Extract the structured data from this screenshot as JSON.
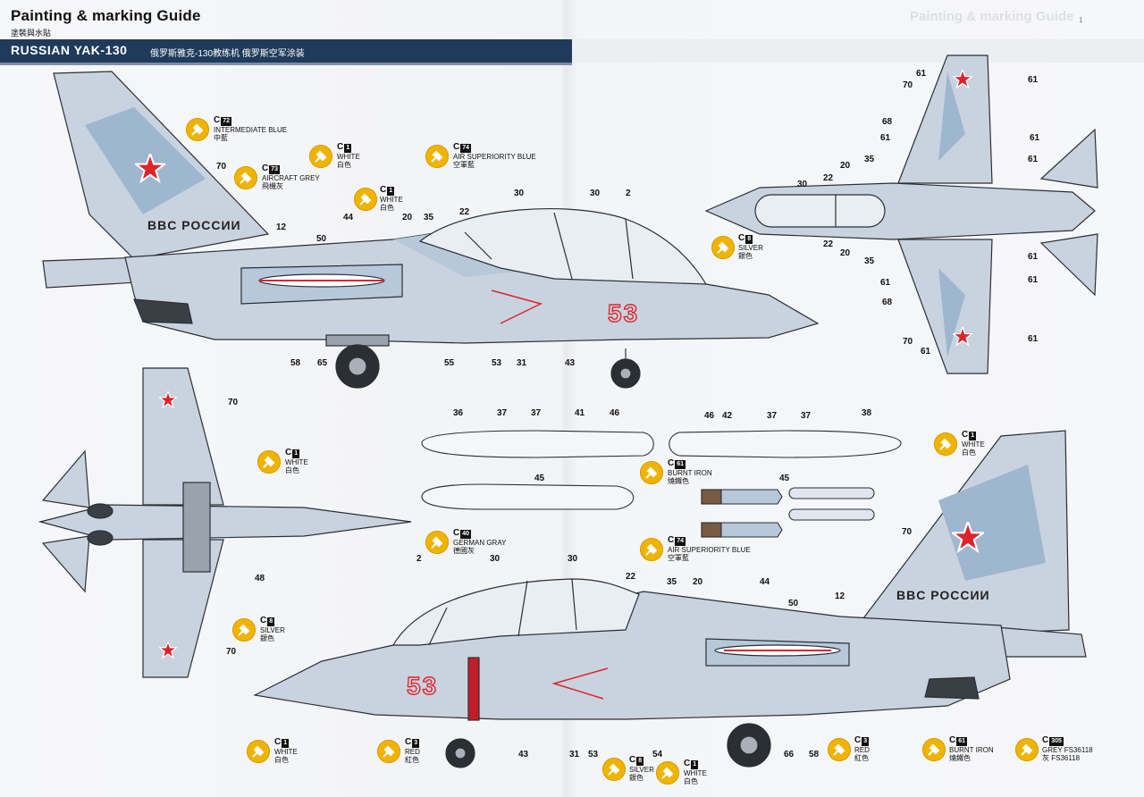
{
  "header": {
    "title": "Painting & marking Guide",
    "subtitle": "塗裝與水貼",
    "banner_name": "RUSSIAN YAK-130",
    "banner_cn": "俄罗斯雅克-130教练机  俄罗斯空军涂装",
    "ghost_title": "Painting & marking Guide",
    "page_number": "1"
  },
  "markings": {
    "fuselage_text": "BBC РОССИИ",
    "tail_number": "53"
  },
  "colors": {
    "c72": {
      "code": "C",
      "num": "72",
      "name": "INTERMEDIATE BLUE",
      "cn": "中藍"
    },
    "c73": {
      "code": "C",
      "num": "73",
      "name": "AIRCRAFT GREY",
      "cn": "飛機灰"
    },
    "c1": {
      "code": "C",
      "num": "1",
      "name": "WHITE",
      "cn": "白色"
    },
    "c74": {
      "code": "C",
      "num": "74",
      "name": "AIR SUPERIORITY BLUE",
      "cn": "空軍藍"
    },
    "c8": {
      "code": "C",
      "num": "8",
      "name": "SILVER",
      "cn": "銀色"
    },
    "c61": {
      "code": "C",
      "num": "61",
      "name": "BURNT IRON",
      "name2": "IRON",
      "cn": "燒鐵色"
    },
    "c40": {
      "code": "C",
      "num": "40",
      "name": "GERMAN GRAY",
      "cn": "德國灰"
    },
    "c3": {
      "code": "C",
      "num": "3",
      "name": "RED",
      "cn": "紅色"
    },
    "c305": {
      "code": "C",
      "num": "305",
      "name": "GREY FS36118",
      "cn": "灰 FS36118"
    }
  },
  "callouts": {
    "side_top": [
      "70",
      "12",
      "50",
      "44",
      "20",
      "35",
      "22",
      "30",
      "30",
      "2",
      "58",
      "65",
      "55",
      "53",
      "31",
      "43"
    ],
    "top_view": [
      "61",
      "70",
      "61",
      "68",
      "61",
      "61",
      "35",
      "61",
      "30",
      "22",
      "20",
      "22",
      "20",
      "35",
      "61",
      "61",
      "61",
      "68",
      "70",
      "61",
      "61"
    ],
    "bottom_view": [
      "70",
      "48",
      "70"
    ],
    "stores": [
      "36",
      "37",
      "37",
      "41",
      "46",
      "45",
      "46",
      "42",
      "37",
      "37",
      "38",
      "45"
    ],
    "side_bottom": [
      "70",
      "12",
      "2",
      "30",
      "30",
      "22",
      "35",
      "20",
      "44",
      "50",
      "43",
      "31",
      "53",
      "54",
      "66",
      "58"
    ]
  },
  "palette": {
    "skin": "#c9d3df",
    "camo_blue": "#9fb6cf",
    "light_blue": "#b7c8da",
    "line": "#2a2f36",
    "red": "#e0232b",
    "badge": "#f0b400",
    "banner": "#1f3a5b"
  }
}
